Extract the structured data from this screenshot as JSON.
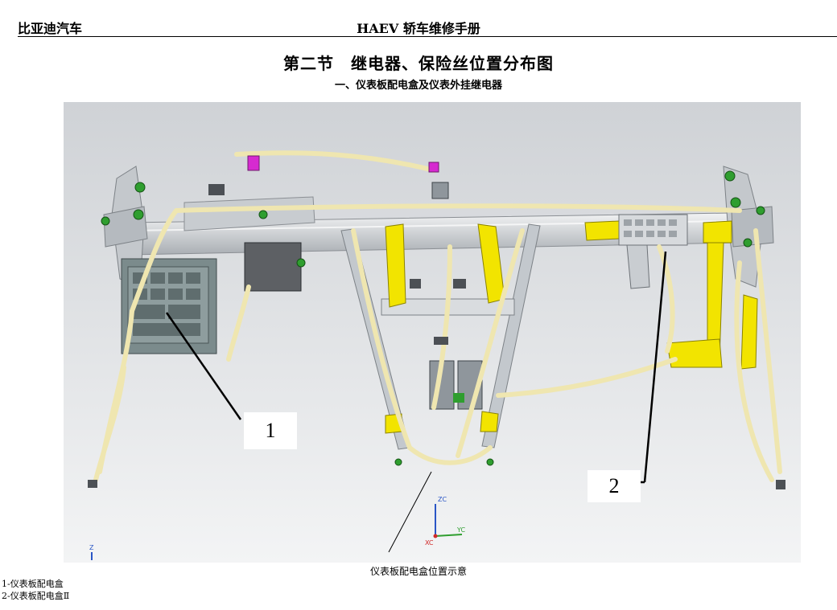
{
  "header": {
    "brand": "比亚迪汽车",
    "manual_title": "HAEV 轿车维修手册"
  },
  "section_title": "第二节　继电器、保险丝位置分布图",
  "subsection_title": "一、仪表板配电盒及仪表外挂继电器",
  "figure": {
    "caption": "仪表板配电盒位置示意",
    "callouts": [
      "1",
      "2"
    ],
    "axis_labels": {
      "zc": "ZC",
      "yc": "YC",
      "xc": "XC",
      "z": "Z"
    }
  },
  "legend": [
    "1-仪表板配电盒",
    "2-仪表板配电盒Ⅱ"
  ],
  "colors": {
    "background_top": "#d0d3d6",
    "background_bottom": "#f2f3f4",
    "harness": "#efe6b0",
    "bracket_yellow": "#f2e400",
    "fuse_box": "#7b8b8c",
    "bolt_green": "#2f9e2f",
    "connector_magenta": "#d62ad0"
  }
}
